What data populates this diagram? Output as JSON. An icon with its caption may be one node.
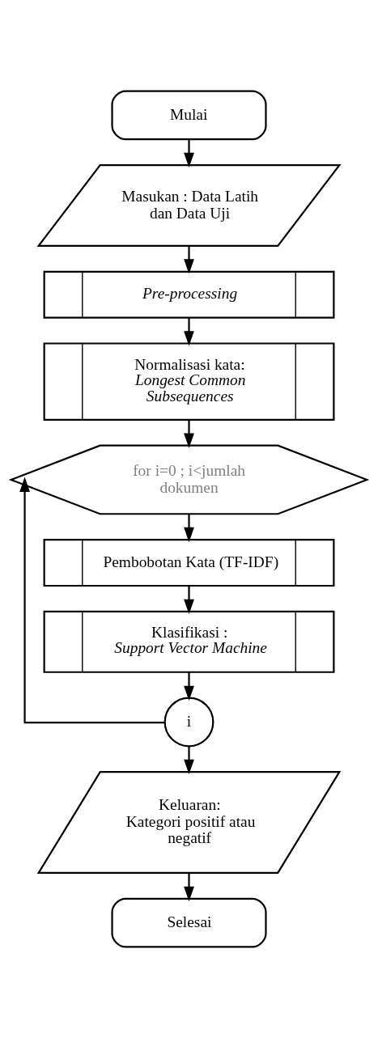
{
  "diagram": {
    "nodes": [
      {
        "text": [
          "Mulai"
        ]
      },
      {
        "text": [
          "Masukan : Data Latih dan Data Uji"
        ]
      },
      {
        "text": [
          "Pre-processing"
        ]
      },
      {
        "text": [
          "Normalisasi kata:",
          "Longest Common Subsequences"
        ]
      },
      {
        "text": [
          "for i=0 ; i<jumlah dokumen"
        ]
      },
      {
        "text": [
          "Pembobotan Kata (TF-IDF)"
        ]
      },
      {
        "text": [
          "Klasifikasi :",
          "Support Vector Machine"
        ]
      },
      {
        "text": [
          "i"
        ]
      },
      {
        "text": [
          "Keluaran:",
          "Kategori positif atau negatif"
        ]
      },
      {
        "text": [
          "Selesai"
        ]
      }
    ],
    "edges": [
      {
        "from": 0,
        "to": 1,
        "arrow": "to"
      },
      {
        "from": 1,
        "to": 2,
        "arrow": "to"
      },
      {
        "from": 2,
        "to": 3,
        "arrow": "to"
      },
      {
        "from": 3,
        "to": 4,
        "arrow": "to"
      },
      {
        "from": 4,
        "to": 5,
        "arrow": "to"
      },
      {
        "from": 5,
        "to": 6,
        "arrow": "to"
      },
      {
        "from": 6,
        "to": 7,
        "arrow": "to"
      },
      {
        "from": 7,
        "to": 4,
        "arrow": "to"
      },
      {
        "from": 7,
        "to": 8,
        "arrow": "to"
      },
      {
        "from": 8,
        "to": 9,
        "arrow": "to"
      }
    ]
  }
}
